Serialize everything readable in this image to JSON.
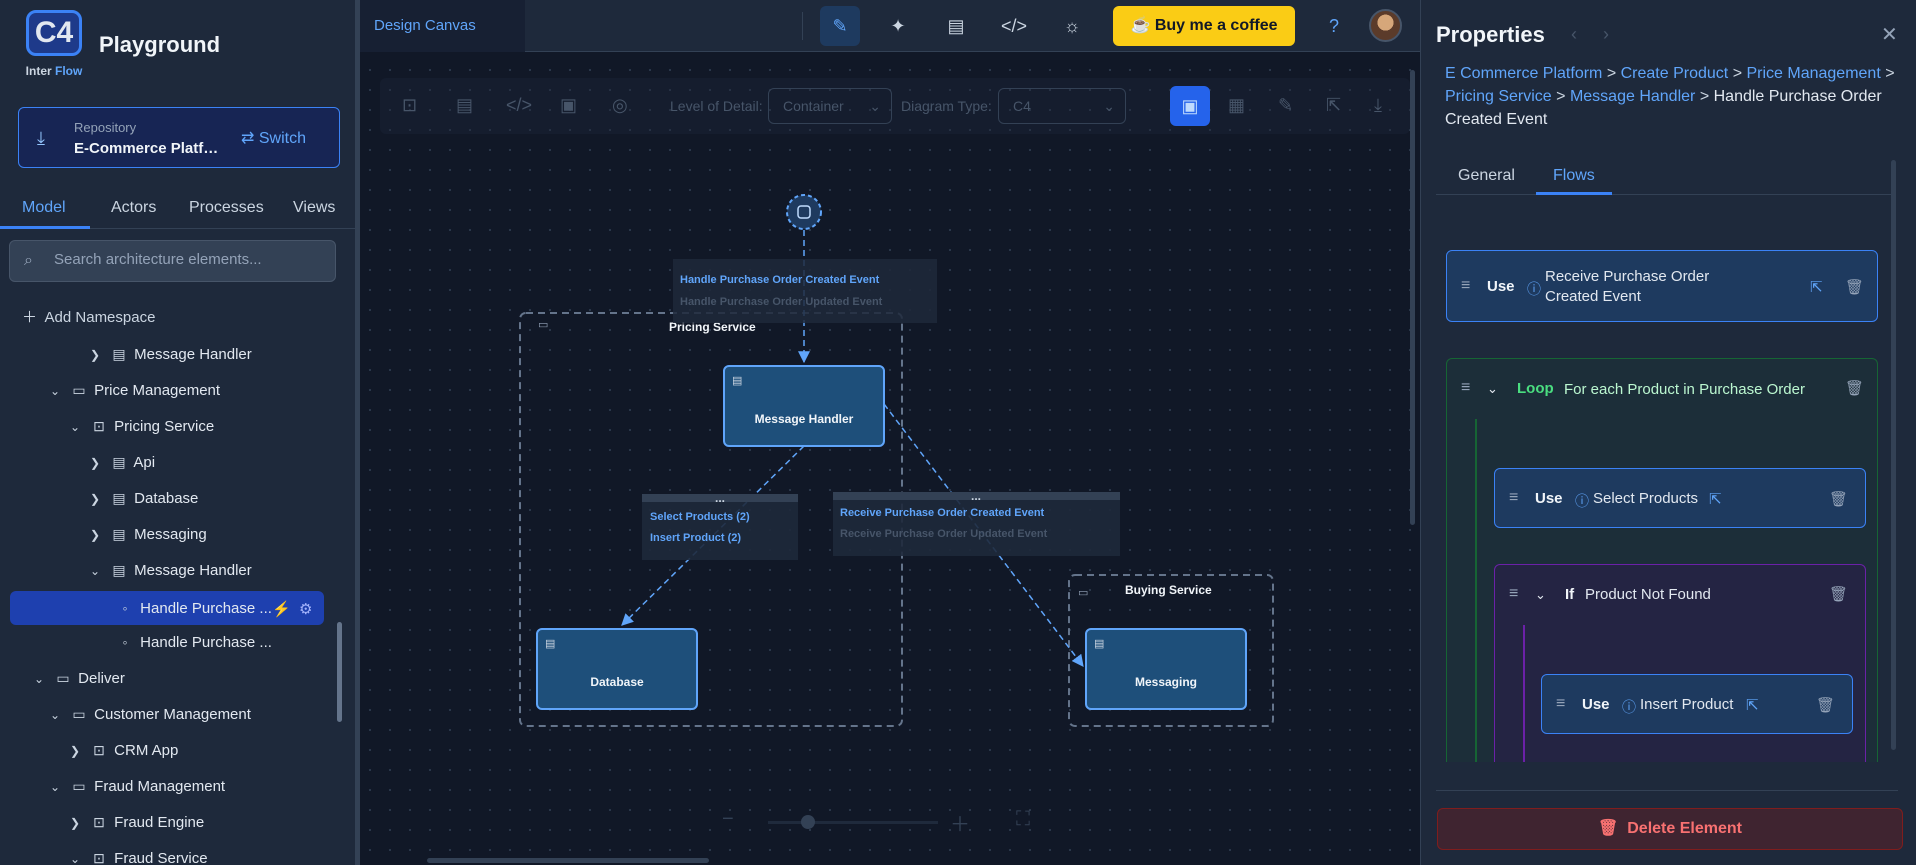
{
  "app": {
    "title": "Playground",
    "logo_text": "C4",
    "logo_sub_a": "Inter",
    "logo_sub_b": "Flow"
  },
  "repository": {
    "label": "Repository",
    "name": "E-Commerce Platform",
    "switch_label": "Switch"
  },
  "sidebar_tabs": [
    "Model",
    "Actors",
    "Processes",
    "Views"
  ],
  "search": {
    "placeholder": "Search architecture elements..."
  },
  "add_namespace": "Add Namespace",
  "tree": [
    {
      "label": "Message Handler",
      "icon": "container-icon",
      "expanded": false
    },
    {
      "label": "Price Management",
      "icon": "folder-icon",
      "expanded": true
    },
    {
      "label": "Pricing Service",
      "icon": "system-icon",
      "expanded": true
    },
    {
      "label": "Api",
      "icon": "container-icon",
      "expanded": false
    },
    {
      "label": "Database",
      "icon": "container-icon",
      "expanded": false
    },
    {
      "label": "Messaging",
      "icon": "container-icon",
      "expanded": false
    },
    {
      "label": "Message Handler",
      "icon": "container-icon",
      "expanded": true
    },
    {
      "label": "Handle Purchase ...",
      "icon": "dot-icon",
      "selected": true
    },
    {
      "label": "Handle Purchase ...",
      "icon": "dot-icon"
    },
    {
      "label": "Deliver",
      "icon": "folder-icon",
      "expanded": true
    },
    {
      "label": "Customer Management",
      "icon": "folder-icon",
      "expanded": true
    },
    {
      "label": "CRM App",
      "icon": "system-icon",
      "expanded": false
    },
    {
      "label": "Fraud Management",
      "icon": "folder-icon",
      "expanded": true
    },
    {
      "label": "Fraud Engine",
      "icon": "system-icon",
      "expanded": false
    },
    {
      "label": "Fraud Service",
      "icon": "system-icon",
      "expanded": true
    }
  ],
  "canvas": {
    "tab_label": "Design Canvas",
    "coffee_label": "Buy me a coffee",
    "level_of_detail_label": "Level of Detail:",
    "level_of_detail_value": "Container",
    "diagram_type_label": "Diagram Type:",
    "diagram_type_value": "C4"
  },
  "diagram": {
    "trigger_events": [
      "Handle Purchase Order Created Event",
      "Handle Purchase Order Updated Event"
    ],
    "pricing_service": "Pricing Service",
    "buying_service": "Buying Service",
    "message_handler": "Message Handler",
    "database": "Database",
    "messaging": "Messaging",
    "db_calls": [
      "Select Products (2)",
      "Insert Product (2)"
    ],
    "messaging_calls": [
      "Receive Purchase Order Created Event",
      "Receive Purchase Order Updated Event"
    ],
    "ellipsis": "..."
  },
  "properties": {
    "title": "Properties",
    "breadcrumb": [
      "E Commerce Platform",
      "Create Product",
      "Price Management",
      "Pricing Service",
      "Message Handler"
    ],
    "breadcrumb_current": "Handle Purchase Order Created Event",
    "tabs": [
      "General",
      "Flows"
    ],
    "active_tab": "Flows",
    "steps": {
      "use1": {
        "keyword": "Use",
        "text": "Receive Purchase Order Created Event"
      },
      "loop": {
        "keyword": "Loop",
        "text": "For each Product in Purchase Order"
      },
      "use2": {
        "keyword": "Use",
        "text": "Select Products"
      },
      "if": {
        "keyword": "If",
        "text": "Product Not Found"
      },
      "use3": {
        "keyword": "Use",
        "text": "Insert Product"
      }
    },
    "delete_label": "Delete Element"
  },
  "colors": {
    "accent": "#3b82f6",
    "coffee": "#facc15",
    "node_fill": "#1e4f7a",
    "loop": "#4ade80",
    "danger": "#f87171"
  }
}
